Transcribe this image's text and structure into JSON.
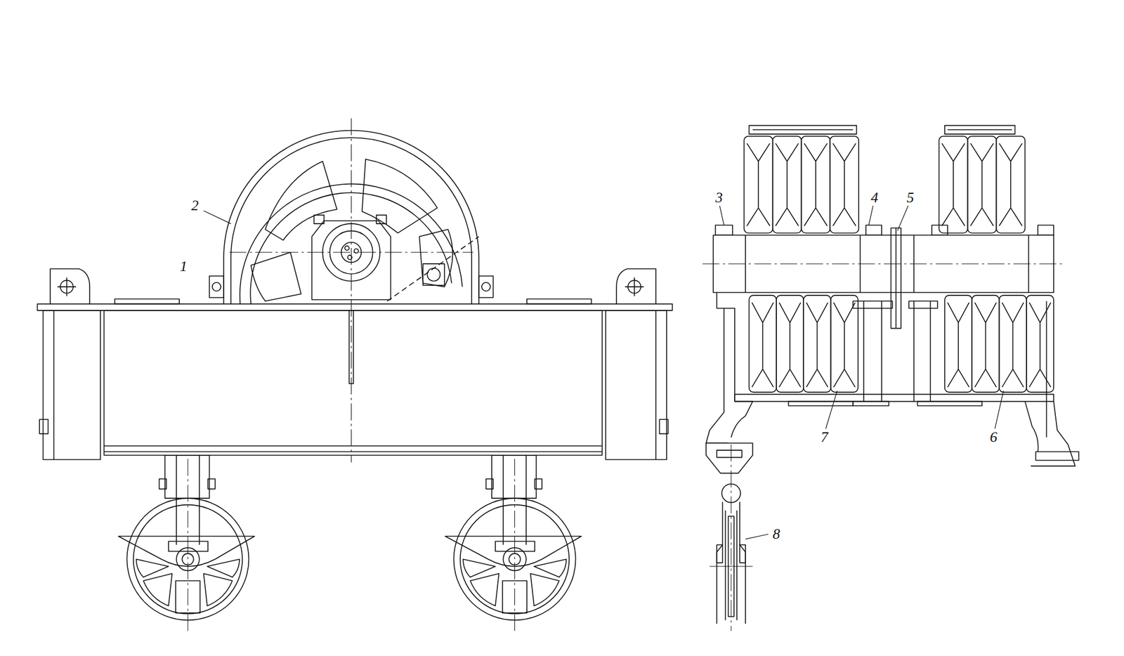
{
  "diagram": {
    "labels": [
      "2",
      "1",
      "3",
      "4",
      "5",
      "6",
      "7",
      "8"
    ]
  }
}
